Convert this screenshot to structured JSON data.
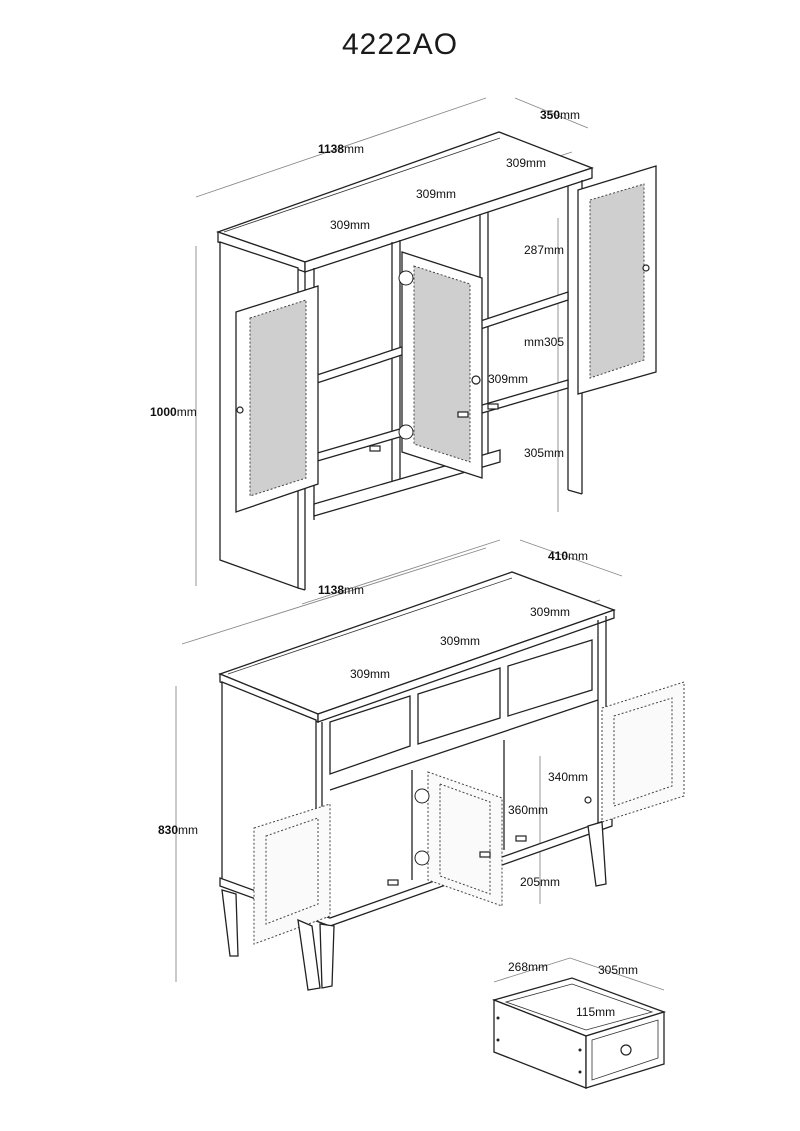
{
  "title": "4222AO",
  "labels": {
    "top_width": "1138",
    "top_depth": "350",
    "top_comp_right": "309",
    "top_comp_mid": "309",
    "top_comp_left": "309",
    "top_height": "1000",
    "top_shelf_upper": "287",
    "top_shelf_mid": "305",
    "top_shelf_lower": "305",
    "top_door_width": "309",
    "bottom_width": "1138",
    "bottom_depth": "410",
    "bottom_drawer_right": "309",
    "bottom_drawer_mid": "309",
    "bottom_drawer_left": "309",
    "bottom_height": "830",
    "bottom_cab_upper": "340",
    "bottom_cab_mid": "360",
    "bottom_cab_lower": "205",
    "drawer_depth": "268",
    "drawer_width": "305",
    "drawer_height": "115"
  },
  "unit": "mm",
  "icons": [
    "door-hinge-icon",
    "door-knob-icon",
    "drawer-knob-icon"
  ]
}
